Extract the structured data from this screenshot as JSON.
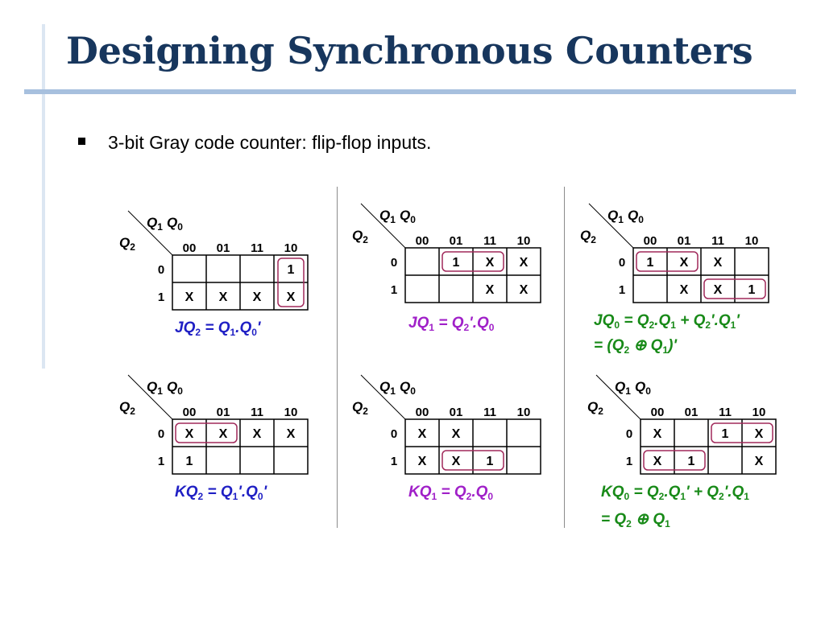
{
  "slide": {
    "title": "Designing Synchronous Counters",
    "bullet": "3-bit Gray code counter: flip-flop inputs."
  },
  "colors": {
    "title": "#17365d",
    "title_rule": "#a7c0de",
    "blue_eq": "#1f1fc4",
    "purple_eq": "#a020c8",
    "green_eq": "#188a18",
    "group_loop": "#a0285a"
  },
  "kmap_labels": {
    "col_var_a": "Q",
    "col_var_a_sub": "1",
    "col_var_b": "Q",
    "col_var_b_sub": "0",
    "row_var": "Q",
    "row_var_sub": "2",
    "col_headers": [
      "00",
      "01",
      "11",
      "10"
    ],
    "row_headers": [
      "0",
      "1"
    ]
  },
  "kmaps": [
    {
      "id": "jq2",
      "cells": [
        [
          "",
          "",
          "",
          "1"
        ],
        [
          "X",
          "X",
          "X",
          "X"
        ]
      ],
      "group": "col-10",
      "equation": [
        {
          "t": "JQ"
        },
        {
          "s": "2"
        },
        {
          "t": " = Q"
        },
        {
          "s": "1"
        },
        {
          "t": ".Q"
        },
        {
          "s": "0"
        },
        {
          "t": "'"
        }
      ]
    },
    {
      "id": "jq1",
      "cells": [
        [
          "",
          "1",
          "X",
          "X"
        ],
        [
          "",
          "",
          "X",
          "X"
        ]
      ],
      "group": "row0-01-11",
      "equation": [
        {
          "t": "JQ"
        },
        {
          "s": "1"
        },
        {
          "t": " = Q"
        },
        {
          "s": "2"
        },
        {
          "t": "'.Q"
        },
        {
          "s": "0"
        }
      ]
    },
    {
      "id": "jq0",
      "cells": [
        [
          "1",
          "X",
          "X",
          ""
        ],
        [
          "",
          "X",
          "X",
          "1"
        ]
      ],
      "group": "row0-00-01 row1-11-10",
      "equation": [
        {
          "t": "JQ"
        },
        {
          "s": "0"
        },
        {
          "t": " = Q"
        },
        {
          "s": "2"
        },
        {
          "t": ".Q"
        },
        {
          "s": "1"
        },
        {
          "t": " + Q"
        },
        {
          "s": "2"
        },
        {
          "t": "'.Q"
        },
        {
          "s": "1"
        },
        {
          "t": "'"
        }
      ],
      "equation2": [
        {
          "t": "= (Q"
        },
        {
          "s": "2"
        },
        {
          "t": " ⊕ Q"
        },
        {
          "s": "1"
        },
        {
          "t": ")'"
        }
      ]
    },
    {
      "id": "kq2",
      "cells": [
        [
          "X",
          "X",
          "X",
          "X"
        ],
        [
          "1",
          "",
          "",
          ""
        ]
      ],
      "group": "col-00",
      "equation": [
        {
          "t": "KQ"
        },
        {
          "s": "2"
        },
        {
          "t": " = Q"
        },
        {
          "s": "1"
        },
        {
          "t": "'.Q"
        },
        {
          "s": "0"
        },
        {
          "t": "'"
        }
      ]
    },
    {
      "id": "kq1",
      "cells": [
        [
          "X",
          "X",
          "",
          ""
        ],
        [
          "X",
          "X",
          "1",
          ""
        ]
      ],
      "group": "row1-01-11",
      "equation": [
        {
          "t": "KQ"
        },
        {
          "s": "1"
        },
        {
          "t": " = Q"
        },
        {
          "s": "2"
        },
        {
          "t": ".Q"
        },
        {
          "s": "0"
        }
      ]
    },
    {
      "id": "kq0",
      "cells": [
        [
          "X",
          "",
          "1",
          "X"
        ],
        [
          "X",
          "1",
          "",
          "X"
        ]
      ],
      "group": "row0-11-10 row1-00-01",
      "equation": [
        {
          "t": "KQ"
        },
        {
          "s": "0"
        },
        {
          "t": " = Q"
        },
        {
          "s": "2"
        },
        {
          "t": ".Q"
        },
        {
          "s": "1"
        },
        {
          "t": "' + Q"
        },
        {
          "s": "2"
        },
        {
          "t": "'.Q"
        },
        {
          "s": "1"
        }
      ],
      "equation2": [
        {
          "t": "= Q"
        },
        {
          "s": "2"
        },
        {
          "t": " ⊕ Q"
        },
        {
          "s": "1"
        }
      ]
    }
  ]
}
